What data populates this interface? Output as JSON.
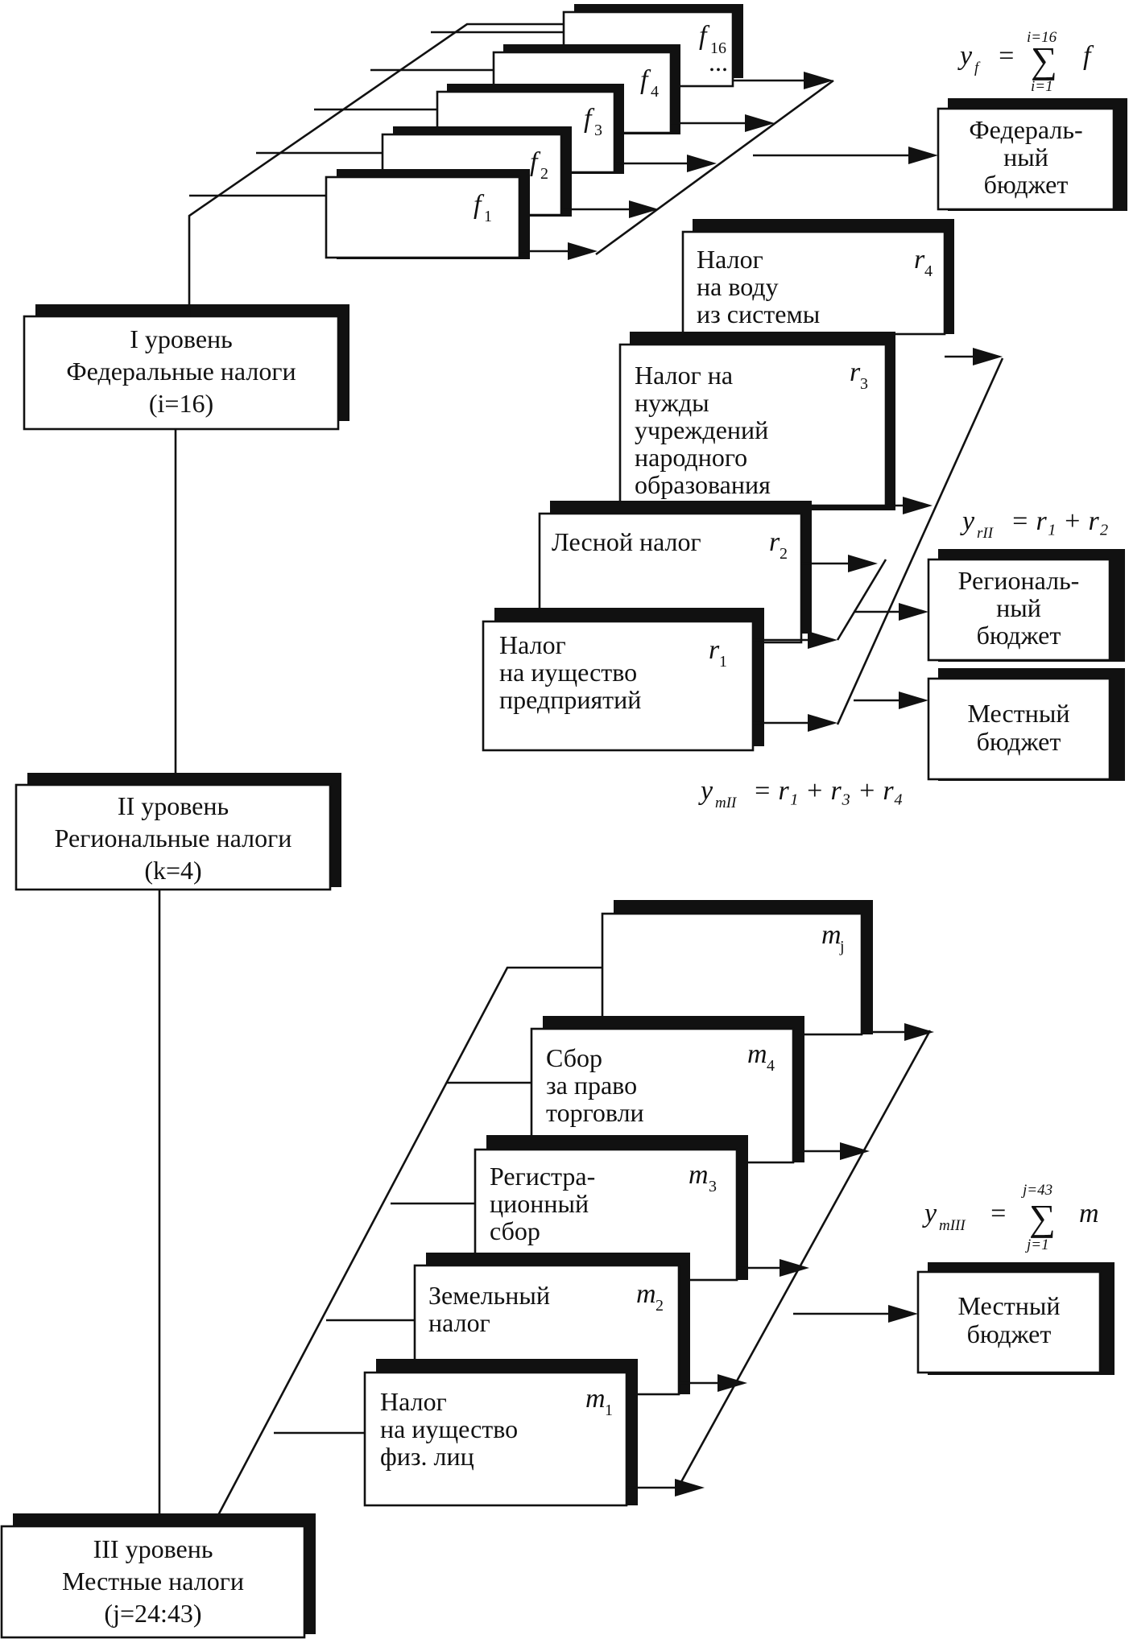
{
  "levels": {
    "federal": {
      "line1": "I уровень",
      "line2": "Федеральные налоги",
      "line3": "(i=16)"
    },
    "regional": {
      "line1": "II уровень",
      "line2": "Региональные налоги",
      "line3": "(k=4)"
    },
    "local": {
      "line1": "III уровень",
      "line2": "Местные налоги",
      "line3": "(j=24:43)"
    }
  },
  "federal_taxes": {
    "f1": {
      "sym": "f",
      "sub": "1"
    },
    "f2": {
      "sym": "f",
      "sub": "2"
    },
    "f3": {
      "sym": "f",
      "sub": "3"
    },
    "f4": {
      "sym": "f",
      "sub": "4"
    },
    "f16": {
      "sym": "f",
      "sub": "16",
      "more": "..."
    }
  },
  "regional_taxes": {
    "r4": {
      "lines": [
        "Налог",
        "на воду",
        "из системы"
      ],
      "sym": "r",
      "sub": "4"
    },
    "r3": {
      "lines": [
        "Налог на",
        "нужды",
        "учреждений",
        "народного",
        "образования"
      ],
      "sym": "r",
      "sub": "3"
    },
    "r2": {
      "lines": [
        "Лесной налог"
      ],
      "sym": "r",
      "sub": "2"
    },
    "r1": {
      "lines": [
        "Налог",
        "на иущество",
        "предприятий"
      ],
      "sym": "r",
      "sub": "1"
    }
  },
  "local_taxes": {
    "mj": {
      "lines": [],
      "sym": "m",
      "sub": "j"
    },
    "m4": {
      "lines": [
        "Сбор",
        "за право",
        "торговли"
      ],
      "sym": "m",
      "sub": "4"
    },
    "m3": {
      "lines": [
        "Регистра-",
        "ционный",
        "сбор"
      ],
      "sym": "m",
      "sub": "3"
    },
    "m2": {
      "lines": [
        "Земельный",
        "налог"
      ],
      "sym": "m",
      "sub": "2"
    },
    "m1": {
      "lines": [
        "Налог",
        "на иущество",
        "физ. лиц"
      ],
      "sym": "m",
      "sub": "1"
    }
  },
  "budgets": {
    "federal": [
      "Федераль-",
      "ный",
      "бюджет"
    ],
    "regional": [
      "Региональ-",
      "ный",
      "бюджет"
    ],
    "local_regional": [
      "Местный",
      "бюджет"
    ],
    "local": [
      "Местный",
      "бюджет"
    ]
  },
  "formulas": {
    "yf": {
      "y": "y",
      "sub": "f",
      "eq": "=",
      "sigma": "∑",
      "top": "i=16",
      "bottom": "i=1",
      "term": "f"
    },
    "yrII": {
      "y": "y",
      "sub": "rII",
      "rhs": "= r₁ + r₂"
    },
    "ymII": {
      "y": "y",
      "sub": "mII",
      "rhs": "= r₁ + r₃ + r₄"
    },
    "ymIII": {
      "y": "y",
      "sub": "mIII",
      "eq": "=",
      "sigma": "∑",
      "top": "j=43",
      "bottom": "j=1",
      "term": "m"
    }
  }
}
